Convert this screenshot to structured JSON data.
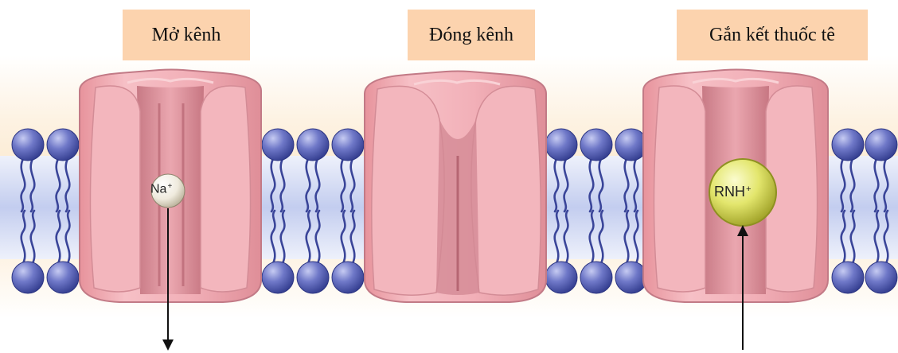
{
  "labels": {
    "open_channel": "Mở kênh",
    "close_channel": "Đóng kênh",
    "anesthetic_binding": "Gắn kết thuốc tê"
  },
  "ions": {
    "sodium": {
      "symbol": "Na",
      "charge": "+"
    },
    "drug": {
      "symbol": "RNH",
      "charge": "+"
    }
  },
  "colors": {
    "label_box": "#fcd3ae",
    "channel_protein": "#f2aeb5",
    "phospholipid_head": "#5560b8",
    "lipid_tail": "#3c47a0",
    "membrane_core": "#c5d0f0",
    "background_glow": "#fbe7c9",
    "sodium_ion": "#efeadd",
    "drug_molecule": "#e2e56a"
  }
}
